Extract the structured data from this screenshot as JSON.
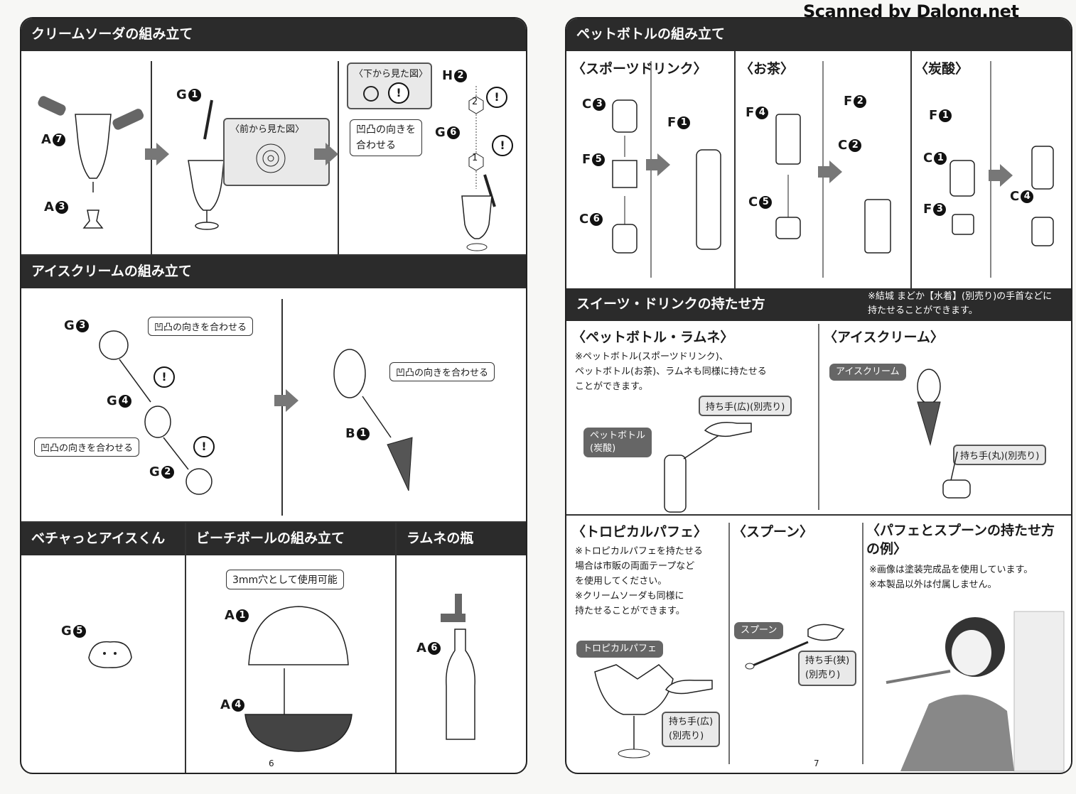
{
  "watermark": "Scanned by Dalong.net",
  "left": {
    "cream_soda": {
      "title": "クリームソーダの組み立て",
      "parts": {
        "a7": "A",
        "a7n": "7",
        "a3": "A",
        "a3n": "3",
        "g1": "G",
        "g1n": "1",
        "h2": "H",
        "h2n": "2",
        "g6": "G",
        "g6n": "6"
      },
      "front_view": "〈前から見た図〉",
      "bottom_view": "〈下から見た図〉",
      "align": "凹凸の向きを\n合わせる",
      "step1": "1",
      "step2": "2"
    },
    "ice_cream": {
      "title": "アイスクリームの組み立て",
      "parts": {
        "g3": "G",
        "g3n": "3",
        "g4": "G",
        "g4n": "4",
        "g2": "G",
        "g2n": "2",
        "b1": "B",
        "b1n": "1"
      },
      "align1": "凹凸の向きを合わせる",
      "align2": "凹凸の向きを合わせる",
      "align3": "凹凸の向きを合わせる"
    },
    "betcha": {
      "title": "ベチャっとアイスくん",
      "g5": "G",
      "g5n": "5"
    },
    "beach_ball": {
      "title": "ビーチボールの組み立て",
      "hole": "3mm穴として使用可能",
      "a1": "A",
      "a1n": "1",
      "a4": "A",
      "a4n": "4"
    },
    "ramune": {
      "title": "ラムネの瓶",
      "a6": "A",
      "a6n": "6"
    },
    "page_num": "6"
  },
  "right": {
    "pet_bottle": {
      "title": "ペットボトルの組み立て",
      "sports": {
        "title": "〈スポーツドリンク〉",
        "c3": "C",
        "c3n": "3",
        "f5": "F",
        "f5n": "5",
        "c6": "C",
        "c6n": "6",
        "f1": "F",
        "f1n": "1"
      },
      "tea": {
        "title": "〈お茶〉",
        "f4": "F",
        "f4n": "4",
        "c5": "C",
        "c5n": "5",
        "f2": "F",
        "f2n": "2",
        "c2": "C",
        "c2n": "2"
      },
      "soda": {
        "title": "〈炭酸〉",
        "f1": "F",
        "f1n": "1",
        "c1": "C",
        "c1n": "1",
        "f3": "F",
        "f3n": "3",
        "c4": "C",
        "c4n": "4"
      }
    },
    "holding": {
      "title": "スイーツ・ドリンクの持たせ方",
      "note": "※結城 まどか【水着】(別売り)の手首などに\n持たせることができます。",
      "pet_ramune": {
        "title": "〈ペットボトル・ラムネ〉",
        "note": "※ペットボトル(スポーツドリンク)、\nペットボトル(お茶)、ラムネも同様に持たせる\nことができます。",
        "hand": "持ち手(広)(別売り)",
        "item": "ペットボトル\n(炭酸)"
      },
      "ice": {
        "title": "〈アイスクリーム〉",
        "item": "アイスクリーム",
        "hand": "持ち手(丸)(別売り)"
      }
    },
    "parfait": {
      "title": "〈トロピカルパフェ〉",
      "note": "※トロピカルパフェを持たせる\n場合は市販の両面テープなど\nを使用してください。\n※クリームソーダも同様に\n持たせることができます。",
      "item": "トロピカルパフェ",
      "hand": "持ち手(広)\n(別売り)"
    },
    "spoon": {
      "title": "〈スプーン〉",
      "item": "スプーン",
      "hand": "持ち手(狭)\n(別売り)"
    },
    "example": {
      "title": "〈パフェとスプーンの持たせ方\nの例〉",
      "note": "※画像は塗装完成品を使用しています。\n※本製品以外は付属しません。"
    },
    "page_num": "7"
  }
}
